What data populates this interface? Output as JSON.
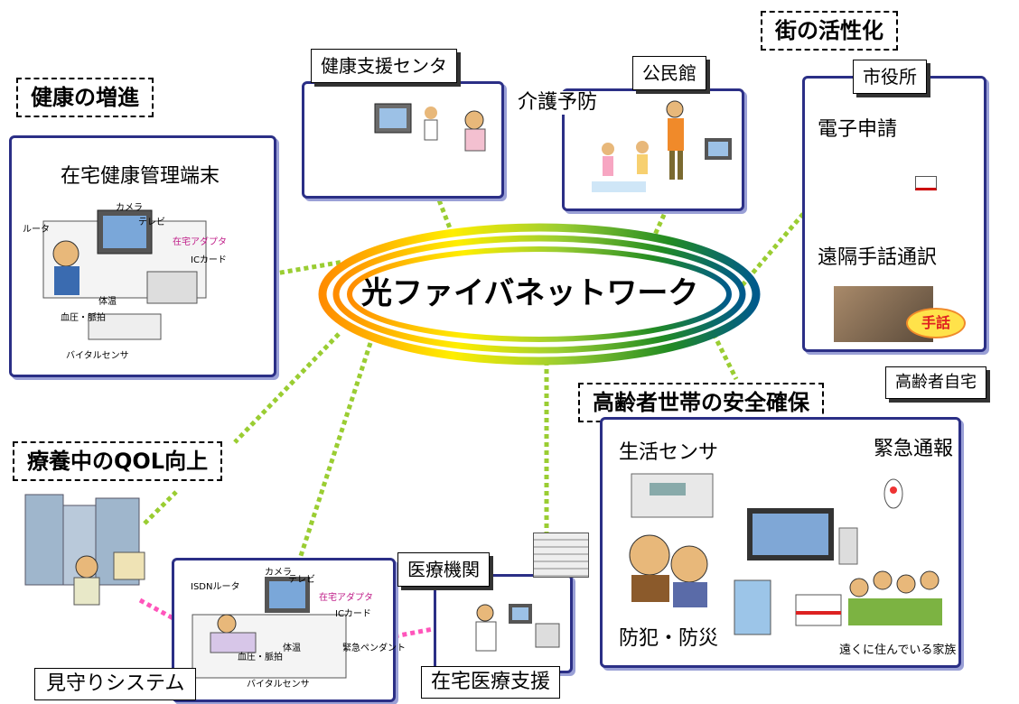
{
  "center": {
    "title": "光ファイバネットワーク"
  },
  "categories": {
    "health": "健康の増進",
    "city": "街の活性化",
    "qol": "療養中のQOL向上",
    "elderly": "高齢者世帯の安全確保"
  },
  "panels": {
    "home_health": {
      "title": "在宅健康管理端末",
      "parts": [
        "カメラ",
        "テレビ",
        "ルータ",
        "在宅アダプタ",
        "ICカード",
        "体温",
        "血圧・脈拍",
        "バイタルセンサ"
      ]
    },
    "health_center": {
      "title": "健康支援センタ"
    },
    "community_hall": {
      "title": "公民館",
      "caption": "介護予防"
    },
    "city_hall": {
      "title": "市役所",
      "items": [
        "電子申請",
        "遠隔手話通訳"
      ],
      "badge": "手話"
    },
    "elderly_home": {
      "title": "高齢者自宅",
      "items": [
        "生活センサ",
        "緊急通報",
        "防犯・防災"
      ],
      "family": "遠くに住んでいる家族"
    },
    "monitoring": {
      "title": "見守りシステム",
      "parts": [
        "ISDNルータ",
        "カメラ",
        "テレビ",
        "在宅アダプタ",
        "ICカード",
        "体温",
        "血圧・脈拍",
        "緊急ペンダント",
        "バイタルセンサ"
      ]
    },
    "medical": {
      "title": "医療機関",
      "caption": "在宅医療支援"
    }
  },
  "colors": {
    "panel_border": "#2b2f86",
    "link": "#9acd32",
    "link_pink": "#ff55bb"
  }
}
